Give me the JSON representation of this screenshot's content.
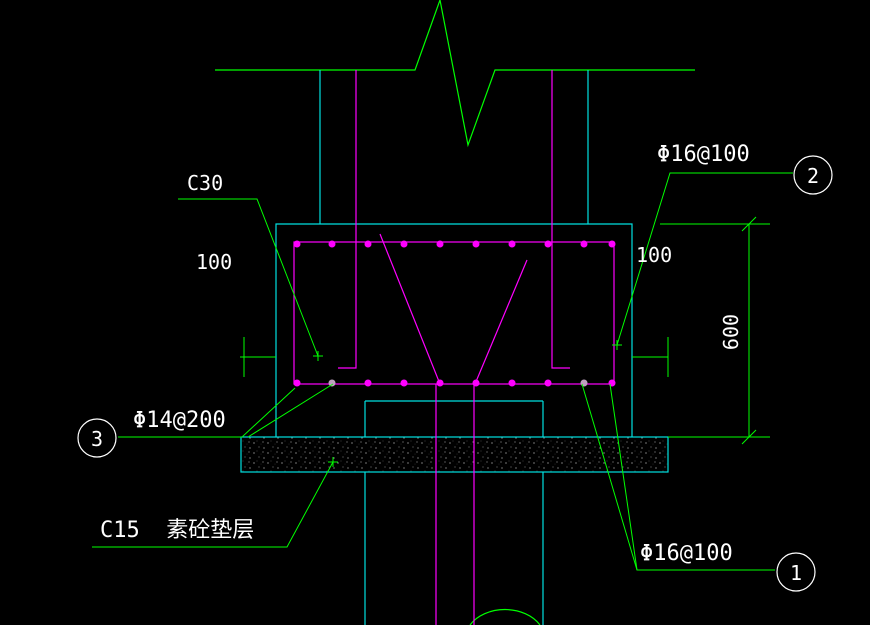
{
  "colors": {
    "background": "#000000",
    "leader": "#00ff00",
    "outline": "#00e0e0",
    "rebar": "#ff00ff",
    "text": "#ffffff"
  },
  "labels": {
    "concrete_grade": "C30",
    "cover_left": "100",
    "cover_right": "100",
    "height_dim": "600",
    "rebar_top": "Φ16@100",
    "rebar_bottom": "Φ16@100",
    "rebar_side": "Φ14@200",
    "cushion": "C15  素砼垫层",
    "callout_1": "1",
    "callout_2": "2",
    "callout_3": "3"
  }
}
